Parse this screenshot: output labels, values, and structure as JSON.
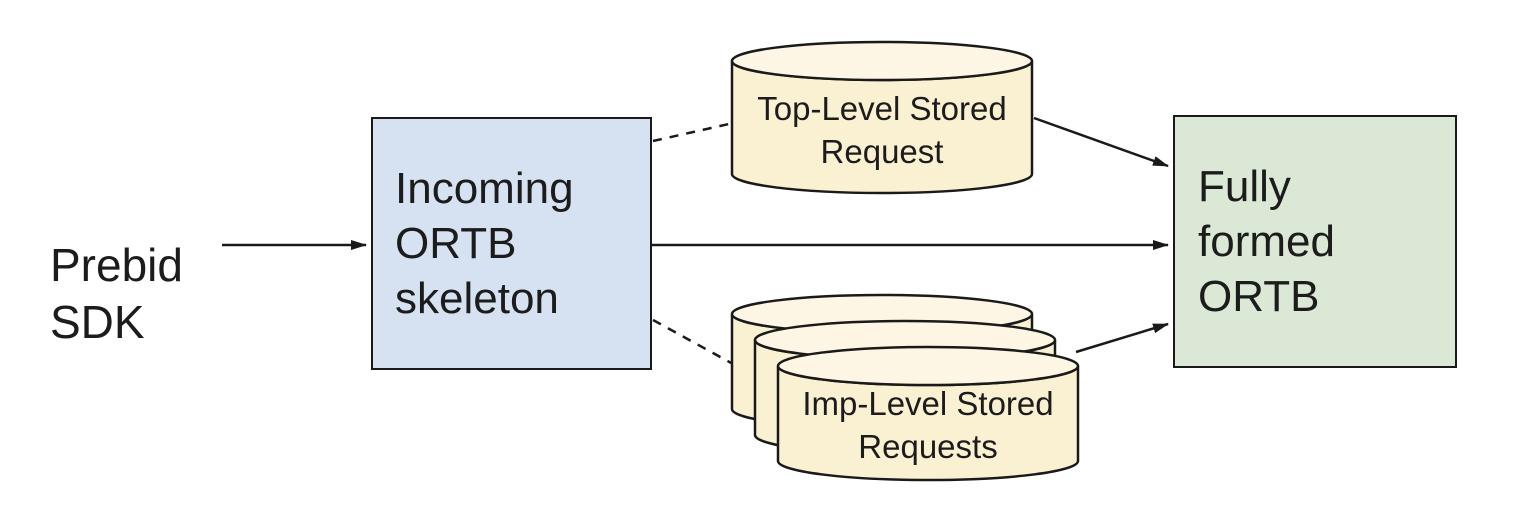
{
  "nodes": {
    "prebid_sdk": {
      "label": "Prebid\nSDK",
      "shape": "text"
    },
    "incoming_ortb_skeleton": {
      "label": "Incoming\nORTB\nskeleton",
      "shape": "rectangle",
      "fill": "#d6e2f1"
    },
    "top_level_stored_request": {
      "label": "Top-Level Stored\nRequest",
      "shape": "cylinder",
      "fill": "#faf0d2",
      "fill_top": "#fdf6e4"
    },
    "imp_level_stored_requests": {
      "label": "Imp-Level Stored\nRequests",
      "shape": "cylinder-stack-x3",
      "fill": "#faf0d2",
      "fill_top": "#fdf6e4"
    },
    "fully_formed_ortb": {
      "label": "Fully\nformed\nORTB",
      "shape": "rectangle",
      "fill": "#dbe8d5"
    }
  },
  "edges": [
    {
      "from": "prebid_sdk",
      "to": "incoming_ortb_skeleton",
      "style": "solid",
      "arrowhead": true
    },
    {
      "from": "incoming_ortb_skeleton",
      "to": "top_level_stored_request",
      "style": "dashed",
      "arrowhead": false
    },
    {
      "from": "incoming_ortb_skeleton",
      "to": "fully_formed_ortb",
      "style": "solid",
      "arrowhead": true
    },
    {
      "from": "incoming_ortb_skeleton",
      "to": "imp_level_stored_requests",
      "style": "dashed",
      "arrowhead": false
    },
    {
      "from": "top_level_stored_request",
      "to": "fully_formed_ortb",
      "style": "solid",
      "arrowhead": true
    },
    {
      "from": "imp_level_stored_requests",
      "to": "fully_formed_ortb",
      "style": "solid",
      "arrowhead": true
    }
  ],
  "colors": {
    "stroke": "#1a1a1a",
    "text": "#1c1c1c",
    "background": "#ffffff"
  }
}
